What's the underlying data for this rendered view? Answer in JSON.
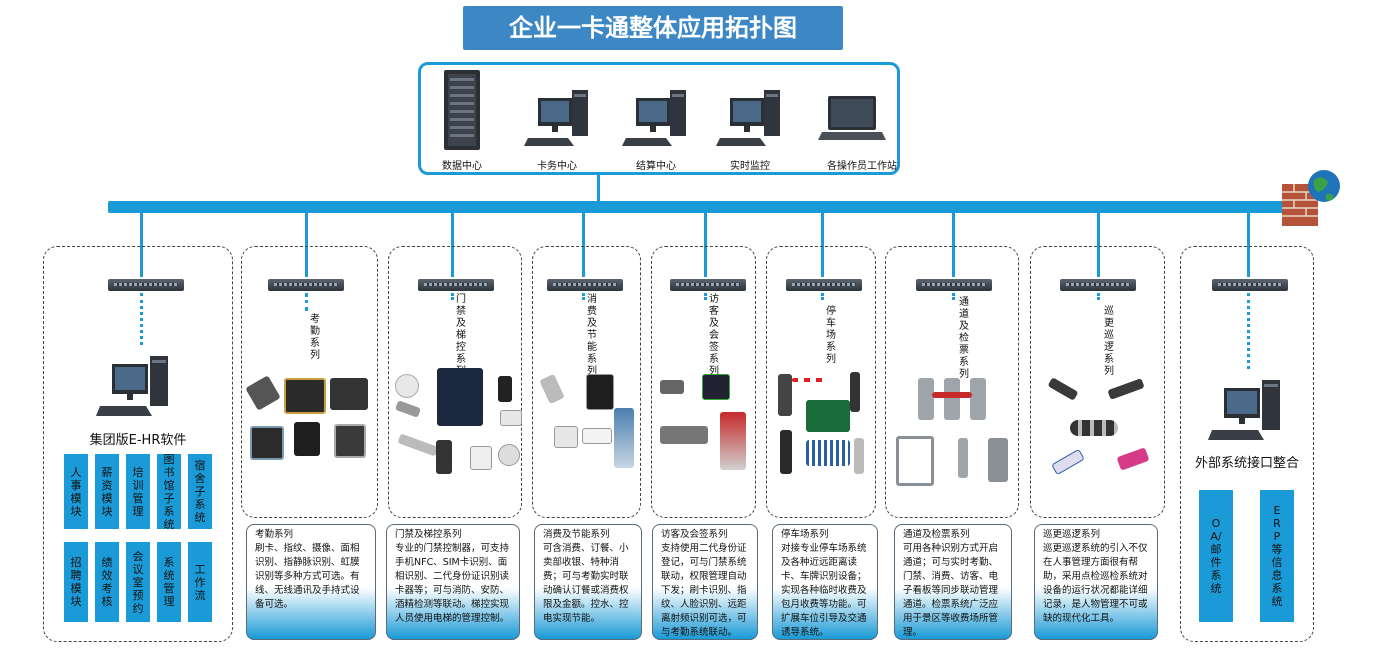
{
  "title": "企业一卡通整体应用拓扑图",
  "top_devices": [
    {
      "label": "数据中心",
      "icon": "server-rack-icon"
    },
    {
      "label": "卡务中心",
      "icon": "desktop-pc-icon"
    },
    {
      "label": "结算中心",
      "icon": "desktop-pc-icon"
    },
    {
      "label": "实时监控",
      "icon": "desktop-pc-icon"
    },
    {
      "label": "各操作员工作站",
      "icon": "laptop-icon"
    }
  ],
  "hr": {
    "label": "集团版E-HR软件",
    "modules_row1": [
      "人事模块",
      "薪资模块",
      "培训管理",
      "图书馆子系统",
      "宿舍子系统"
    ],
    "modules_row2": [
      "招聘模块",
      "绩效考核",
      "会议室预约",
      "系统管理",
      "工作流"
    ]
  },
  "subsystems": [
    {
      "vlabel": "考勤系列",
      "desc": "考勤系列\n刷卡、指纹、摄像、面相识别、指静脉识别、虹膜识别等多种方式可选。有线、无线通讯及手持式设备可选。"
    },
    {
      "vlabel": "门禁及梯控系列",
      "desc": "门禁及梯控系列\n专业的门禁控制器，可支持手机NFC、SIM卡识别、面相识别、二代身份证识别读卡器等；可与消防、安防、酒精检测等联动。梯控实现人员使用电梯的管理控制。"
    },
    {
      "vlabel": "消费及节能系列",
      "desc": "消费及节能系列\n可含消费、订餐、小卖部收银、特种消费；可与考勤实时联动确认订餐或消费权限及金额。控水、控电实现节能。"
    },
    {
      "vlabel": "访客及会签系列",
      "desc": "访客及会签系列\n支持使用二代身份证登记，可与门禁系统联动，权限管理自动下发；刷卡识别、指纹、人脸识别、远距离射频识别可选，可与考勤系统联动。"
    },
    {
      "vlabel": "停车场系列",
      "desc": "停车场系列\n对接专业停车场系统及各种近远距离读卡、车牌识别设备；实现各种临时收费及包月收费等功能。可扩展车位引导及交通诱导系统。"
    },
    {
      "vlabel": "通道及检票系列",
      "desc": "通道及检票系列\n可用各种识别方式开启通道；可与实时考勤、门禁、消费、访客、电子看板等同步联动管理通道。检票系统广泛应用于景区等收费场所管理。"
    },
    {
      "vlabel": "巡更巡逻系列",
      "desc": "巡更巡逻系列\n巡更巡逻系统的引入不仅在人事管理方面很有帮助，采用点检巡检系统对设备的运行状况都能详细记录，是人物管理不可或缺的现代化工具。"
    }
  ],
  "external": {
    "label": "外部系统接口整合",
    "modules": [
      "OA/邮件系统",
      "ERP等信息系统"
    ]
  },
  "colors": {
    "accent": "#1a9ad6",
    "title_bg": "#3d88c4"
  }
}
